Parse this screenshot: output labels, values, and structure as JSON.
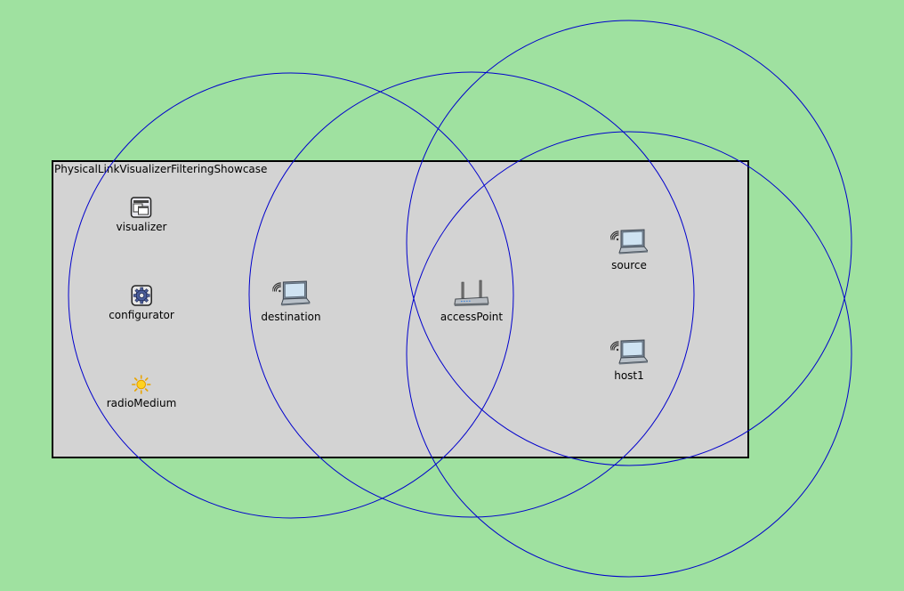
{
  "network": {
    "title": "PhysicalLinkVisualizerFilteringShowcase"
  },
  "nodes": {
    "visualizer": {
      "label": "visualizer",
      "icon": "visualizer-icon"
    },
    "configurator": {
      "label": "configurator",
      "icon": "gear-icon"
    },
    "radioMedium": {
      "label": "radioMedium",
      "icon": "sun-icon"
    },
    "destination": {
      "label": "destination",
      "icon": "laptop-wireless-icon"
    },
    "accessPoint": {
      "label": "accessPoint",
      "icon": "access-point-icon"
    },
    "source": {
      "label": "source",
      "icon": "laptop-wireless-icon"
    },
    "host1": {
      "label": "host1",
      "icon": "laptop-wireless-icon"
    }
  },
  "colors": {
    "background": "#9fe1a0",
    "network_area": "#d3d3d3",
    "range_circle": "#0000cc"
  }
}
